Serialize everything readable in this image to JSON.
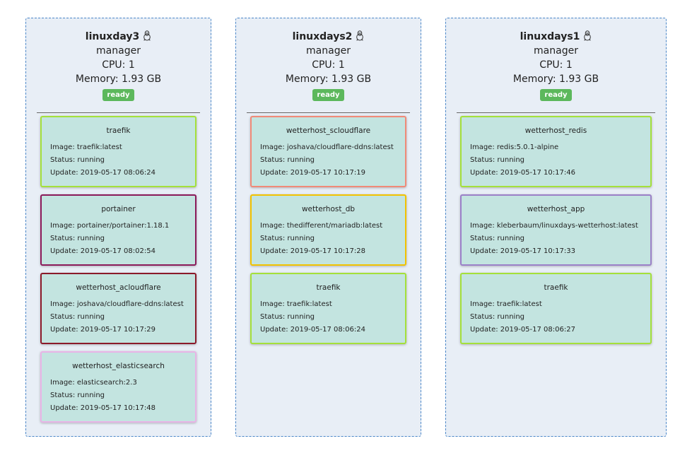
{
  "nodes": [
    {
      "hostname": "linuxday3",
      "os_icon": "linux-tux-icon",
      "role": "manager",
      "cpu": "CPU: 1",
      "memory": "Memory: 1.93 GB",
      "status": "ready",
      "status_color": "#5cb85c",
      "services": [
        {
          "name": "traefik",
          "image": "Image: traefik:latest",
          "status": "Status: running",
          "update": "Update: 2019-05-17 08:06:24",
          "border_color": "#a4e03b"
        },
        {
          "name": "portainer",
          "image": "Image: portainer/portainer:1.18.1",
          "status": "Status: running",
          "update": "Update: 2019-05-17 08:02:54",
          "border_color": "#8b1a5a"
        },
        {
          "name": "wetterhost_acloudflare",
          "image": "Image: joshava/cloudflare-ddns:latest",
          "status": "Status: running",
          "update": "Update: 2019-05-17 10:17:29",
          "border_color": "#8b1a2a"
        },
        {
          "name": "wetterhost_elasticsearch",
          "image": "Image: elasticsearch:2.3",
          "status": "Status: running",
          "update": "Update: 2019-05-17 10:17:48",
          "border_color": "#e8b4e6"
        }
      ]
    },
    {
      "hostname": "linuxdays2",
      "os_icon": "linux-tux-icon",
      "role": "manager",
      "cpu": "CPU: 1",
      "memory": "Memory: 1.93 GB",
      "status": "ready",
      "status_color": "#5cb85c",
      "services": [
        {
          "name": "wetterhost_scloudflare",
          "image": "Image: joshava/cloudflare-ddns:latest",
          "status": "Status: running",
          "update": "Update: 2019-05-17 10:17:19",
          "border_color": "#f08a78"
        },
        {
          "name": "wetterhost_db",
          "image": "Image: thedifferent/mariadb:latest",
          "status": "Status: running",
          "update": "Update: 2019-05-17 10:17:28",
          "border_color": "#f2c200"
        },
        {
          "name": "traefik",
          "image": "Image: traefik:latest",
          "status": "Status: running",
          "update": "Update: 2019-05-17 08:06:24",
          "border_color": "#a4e03b"
        }
      ]
    },
    {
      "hostname": "linuxdays1",
      "os_icon": "linux-tux-icon",
      "role": "manager",
      "cpu": "CPU: 1",
      "memory": "Memory: 1.93 GB",
      "status": "ready",
      "status_color": "#5cb85c",
      "services": [
        {
          "name": "wetterhost_redis",
          "image": "Image: redis:5.0.1-alpine",
          "status": "Status: running",
          "update": "Update: 2019-05-17 10:17:46",
          "border_color": "#a4e03b"
        },
        {
          "name": "wetterhost_app",
          "image": "Image: kleberbaum/linuxdays-wetterhost:latest",
          "status": "Status: running",
          "update": "Update: 2019-05-17 10:17:33",
          "border_color": "#9b80c8"
        },
        {
          "name": "traefik",
          "image": "Image: traefik:latest",
          "status": "Status: running",
          "update": "Update: 2019-05-17 08:06:27",
          "border_color": "#a4e03b"
        }
      ]
    }
  ]
}
